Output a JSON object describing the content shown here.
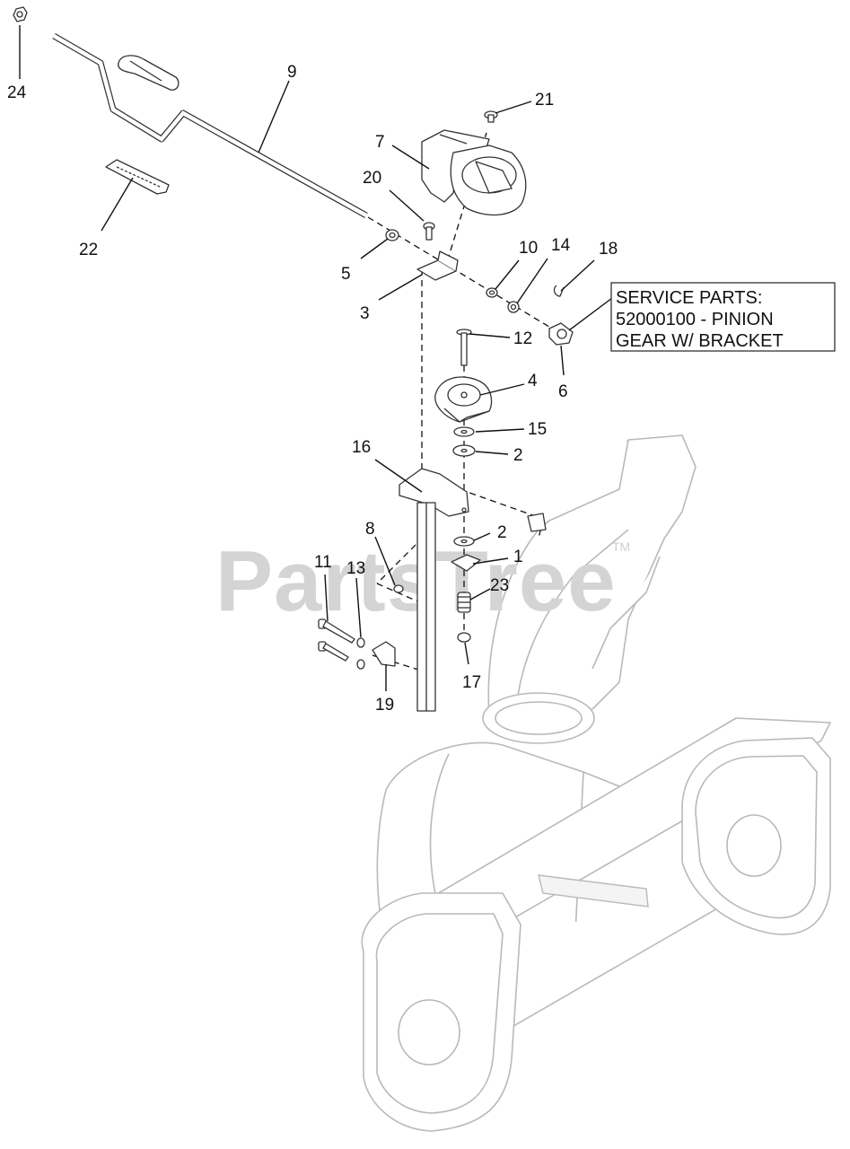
{
  "watermark": {
    "text": "PartsTree",
    "trademark": "TM"
  },
  "service_box": {
    "line1": "SERVICE PARTS:",
    "line2": "52000100 - PINION",
    "line3": "GEAR W/ BRACKET"
  },
  "callouts": [
    {
      "id": "c24",
      "label": "24"
    },
    {
      "id": "c9",
      "label": "9"
    },
    {
      "id": "c21",
      "label": "21"
    },
    {
      "id": "c7",
      "label": "7"
    },
    {
      "id": "c20",
      "label": "20"
    },
    {
      "id": "c22",
      "label": "22"
    },
    {
      "id": "c10",
      "label": "10"
    },
    {
      "id": "c14",
      "label": "14"
    },
    {
      "id": "c18",
      "label": "18"
    },
    {
      "id": "c5",
      "label": "5"
    },
    {
      "id": "c3",
      "label": "3"
    },
    {
      "id": "c12",
      "label": "12"
    },
    {
      "id": "c6",
      "label": "6"
    },
    {
      "id": "c4",
      "label": "4"
    },
    {
      "id": "c15",
      "label": "15"
    },
    {
      "id": "c2a",
      "label": "2"
    },
    {
      "id": "c16",
      "label": "16"
    },
    {
      "id": "c8",
      "label": "8"
    },
    {
      "id": "c2b",
      "label": "2"
    },
    {
      "id": "c1",
      "label": "1"
    },
    {
      "id": "c11",
      "label": "11"
    },
    {
      "id": "c13",
      "label": "13"
    },
    {
      "id": "c23",
      "label": "23"
    },
    {
      "id": "c17",
      "label": "17"
    },
    {
      "id": "c19",
      "label": "19"
    }
  ]
}
